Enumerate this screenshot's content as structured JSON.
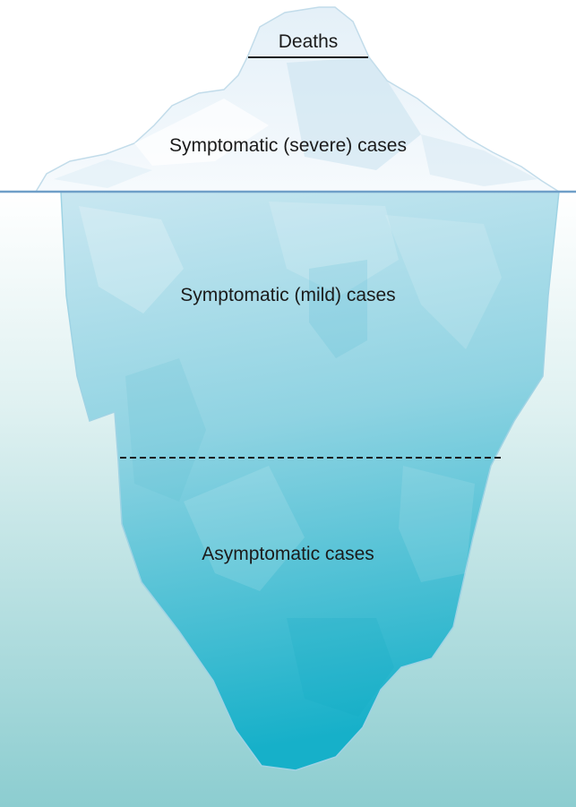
{
  "labels": {
    "deaths": "Deaths",
    "severe": "Symptomatic (severe) cases",
    "mild": "Symptomatic (mild) cases",
    "asymptomatic": "Asymptomatic cases"
  },
  "colors": {
    "sky": "#ffffff",
    "water_top": "#ffffff",
    "water_bottom": "#8ccdd0",
    "waterline": "#6f9fc8",
    "ice_above_light": "#f3f8fc",
    "ice_above_shade": "#c6e0ef",
    "ice_below_light": "#c4e6f0",
    "ice_below_dark": "#1eb3cb",
    "divider_line": "#1b1b1b"
  }
}
